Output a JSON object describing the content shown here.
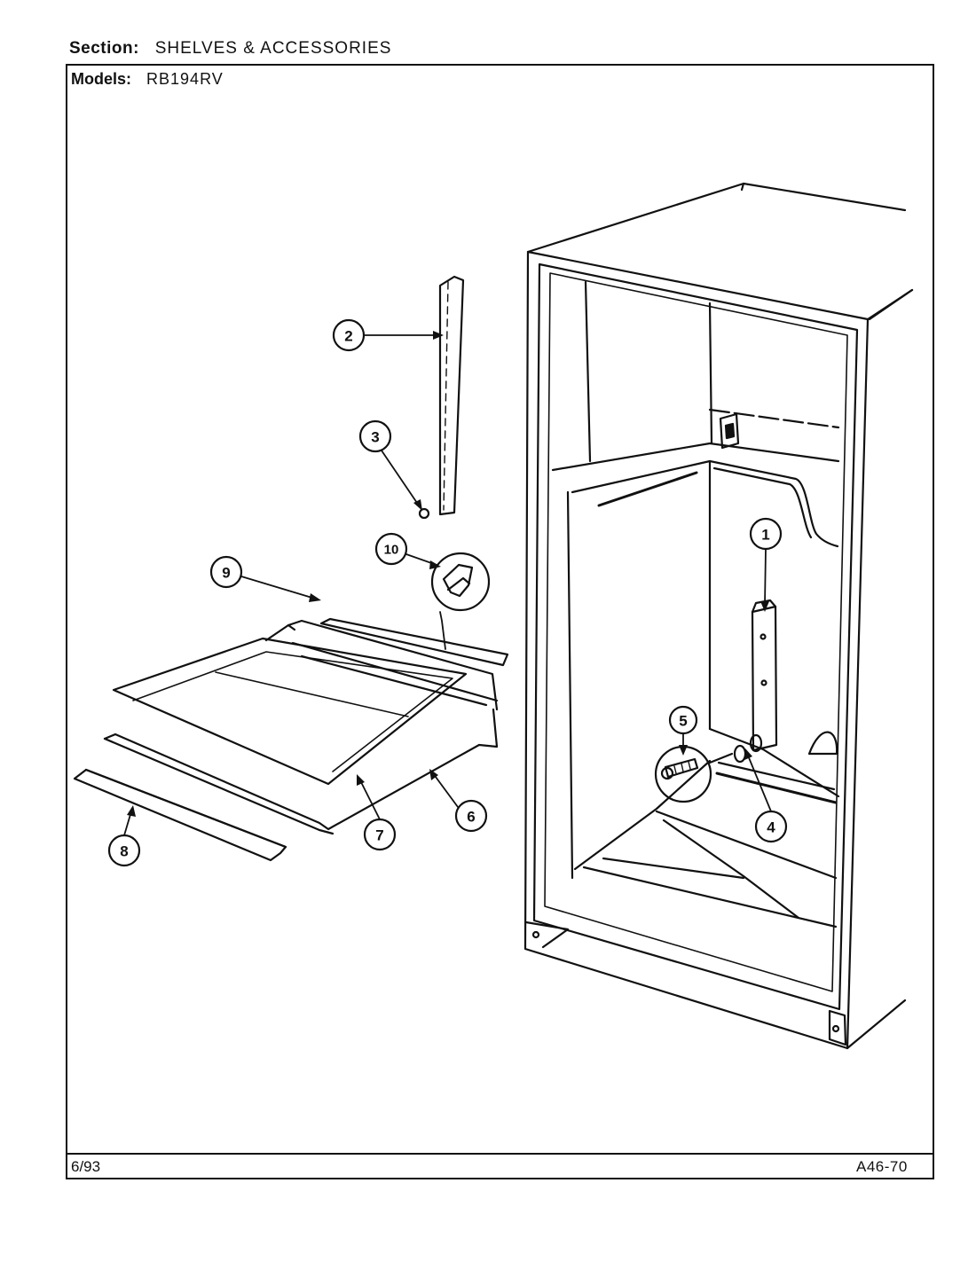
{
  "header": {
    "section_label": "Section:",
    "section_value": "SHELVES & ACCESSORIES",
    "models_label": "Models:",
    "models_value": "RB194RV"
  },
  "footer": {
    "date": "6/93",
    "doc_number": "A46-70"
  },
  "callouts": [
    {
      "id": "1",
      "label": "1"
    },
    {
      "id": "2",
      "label": "2"
    },
    {
      "id": "3",
      "label": "3"
    },
    {
      "id": "4",
      "label": "4"
    },
    {
      "id": "5",
      "label": "5"
    },
    {
      "id": "6",
      "label": "6"
    },
    {
      "id": "7",
      "label": "7"
    },
    {
      "id": "8",
      "label": "8"
    },
    {
      "id": "9",
      "label": "9"
    },
    {
      "id": "10",
      "label": "10"
    }
  ]
}
